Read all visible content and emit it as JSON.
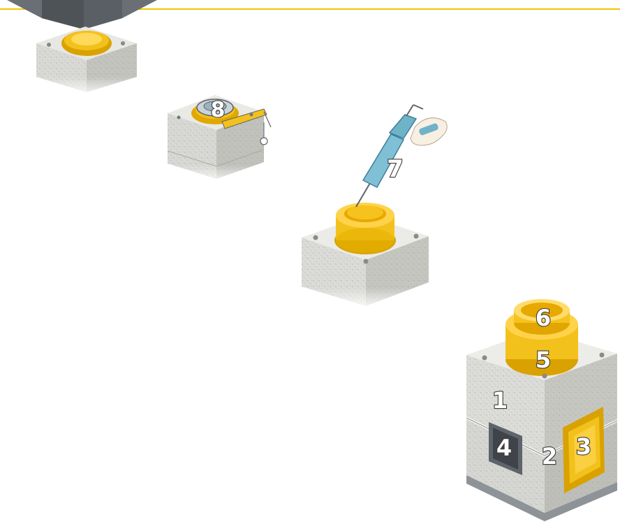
{
  "labels": {
    "n1": "1",
    "n2": "2",
    "n3": "3",
    "n4": "4",
    "n5": "5",
    "n6": "6",
    "n7": "7",
    "n8": "8"
  },
  "colors": {
    "top_rule": "#f2c500",
    "block_light": "#e4e4e0",
    "block_mid": "#cfcfca",
    "block_dark": "#b8b8b2",
    "insulation": "#f3c11c",
    "insulation_dark": "#d9a200",
    "insulation_light": "#ffd95a",
    "metal": "#5e646b",
    "gun_blue": "#6fb3c9",
    "label_fill": "#ffffff",
    "label_stroke": "#3a3a3a"
  }
}
